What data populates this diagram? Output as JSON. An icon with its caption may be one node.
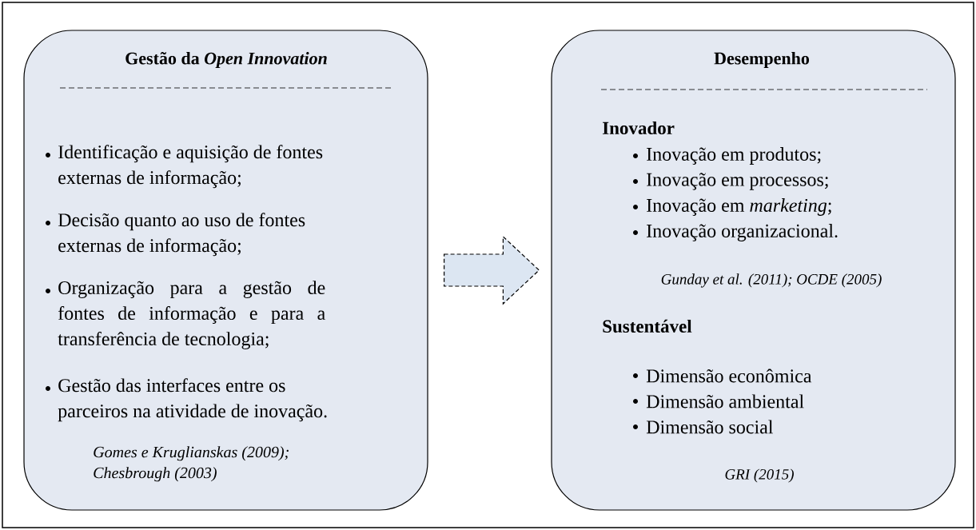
{
  "diagram": {
    "nodes": [
      {
        "text": [
          "Gestão da *Open Innovation*",
          "Identificação e aquisição de fontes externas de informação;",
          "Decisão quanto ao uso de fontes externas de informação;",
          "Organização para a gestão de fontes de informação e para a transferência de tecnologia;",
          "Gestão das interfaces entre os parceiros na atividade de inovação.",
          "Gomes e Kruglianskas (2009); Chesbrough (2003)"
        ]
      },
      {
        "text": [
          "Desempenho",
          "Inovador",
          "Inovação em produtos;",
          "Inovação em processos;",
          "Inovação em *marketing*;",
          "Inovação organizacional.",
          "Gunday et al. (2011); OCDE (2005)",
          "Sustentável",
          "Dimensão econômica",
          "Dimensão ambiental",
          "Dimensão social",
          "GRI (2015)"
        ]
      }
    ],
    "edges": [
      {
        "from": 0,
        "to": 1,
        "arrow": "to",
        "style": "dashed"
      }
    ]
  }
}
